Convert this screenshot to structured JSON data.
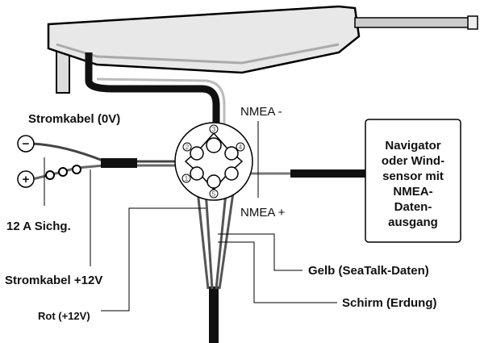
{
  "labels": {
    "stromkabel_0v": "Stromkabel (0V)",
    "fuse": "12 A Sichg.",
    "stromkabel_12v": "Stromkabel +12V",
    "rot": "Rot (+12V)",
    "nmea_minus": "NMEA -",
    "nmea_plus": "NMEA +",
    "gelb": "Gelb (SeaTalk-Daten)",
    "schirm": "Schirm (Erdung)",
    "minus_symbol": "−",
    "plus_symbol": "+"
  },
  "navigator_box": {
    "lines": [
      "Navigator",
      "oder Wind-",
      "sensor mit",
      "NMEA-",
      "Daten-",
      "ausgang"
    ]
  },
  "connector_pins": [
    "1",
    "2",
    "3",
    "4",
    "5"
  ]
}
